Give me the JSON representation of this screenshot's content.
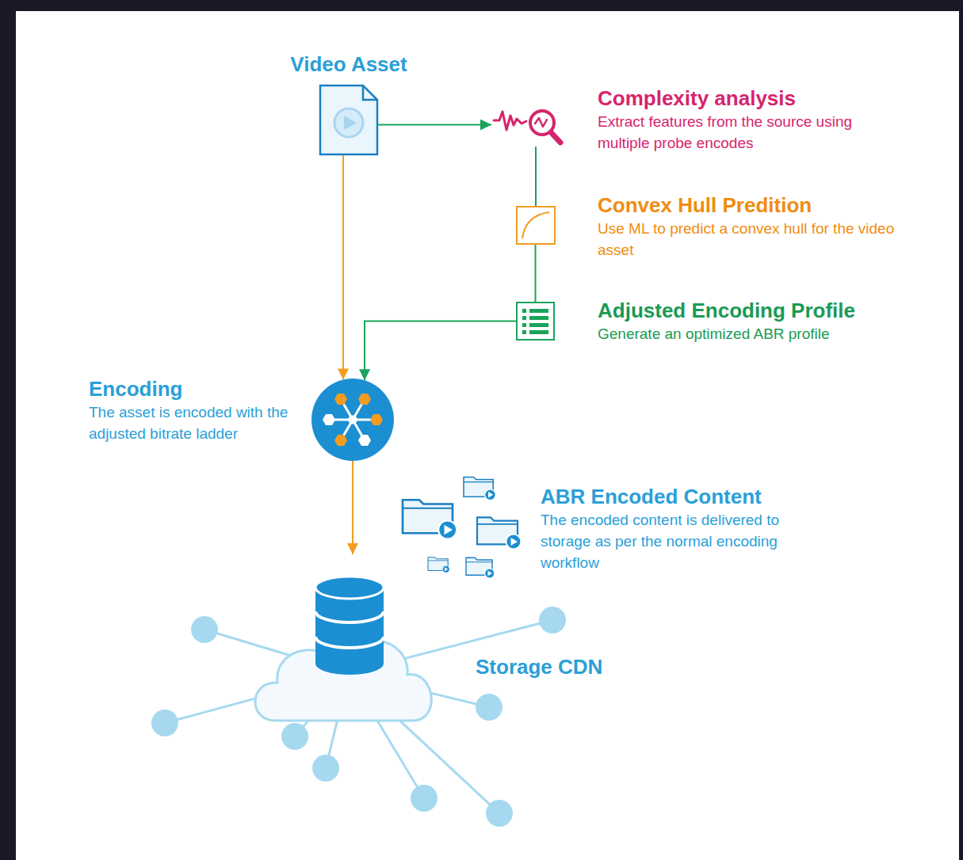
{
  "diagram": {
    "nodes": [
      {
        "text": [
          "Video Asset"
        ]
      },
      {
        "text": [
          "Complexity analysis",
          "Extract features from the source using multiple probe encodes"
        ]
      },
      {
        "text": [
          "Convex Hull Predition",
          "Use ML to predict a convex hull for the video asset"
        ]
      },
      {
        "text": [
          "Adjusted Encoding Profile",
          "Generate an optimized ABR profile"
        ]
      },
      {
        "text": [
          "Encoding",
          "The asset is encoded with the adjusted bitrate ladder"
        ]
      },
      {
        "text": [
          "ABR Encoded Content",
          "The encoded content is delivered to storage as per the normal encoding workflow"
        ]
      },
      {
        "text": [
          "Storage CDN"
        ]
      }
    ],
    "edges": [
      {
        "from": 0,
        "to": 1,
        "arrow": "to"
      },
      {
        "from": 1,
        "to": 2,
        "arrow": "none"
      },
      {
        "from": 2,
        "to": 3,
        "arrow": "none"
      },
      {
        "from": 3,
        "to": 4,
        "arrow": "to"
      },
      {
        "from": 0,
        "to": 4,
        "arrow": "to"
      },
      {
        "from": 4,
        "to": 6,
        "arrow": "to"
      }
    ]
  }
}
